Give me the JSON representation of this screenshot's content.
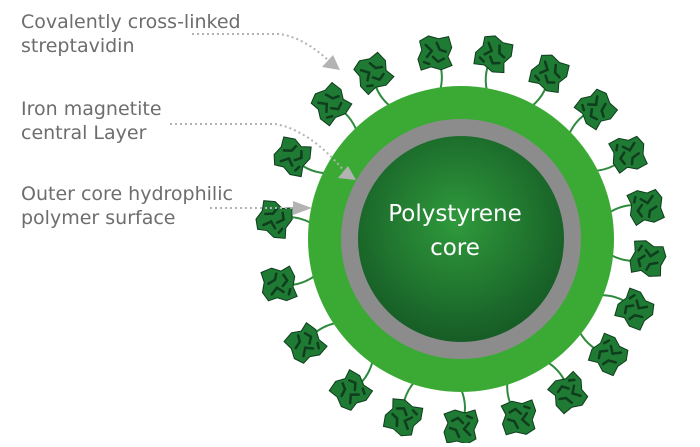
{
  "labels": {
    "streptavidin": [
      "Covalently cross-linked",
      "streptavidin"
    ],
    "iron_layer": [
      "Iron magnetite",
      "central Layer"
    ],
    "outer_core": [
      "Outer core hydrophilic",
      "polymer surface"
    ]
  },
  "core_label": [
    "Polystyrene",
    "core"
  ],
  "colors": {
    "outer_ring": "#3aaa35",
    "iron_ring": "#8c8c8c",
    "core_light": "#2f9a3c",
    "core_dark": "#155a25",
    "protein": "#1f7a34",
    "protein_dark": "#0f3d1d",
    "tether": "#2e8b3d",
    "label_text": "#6d6d6d",
    "arrow": "#b3b3b3"
  },
  "icons": {
    "protein": "streptavidin-protein-icon",
    "arrowhead": "arrowhead-icon"
  }
}
